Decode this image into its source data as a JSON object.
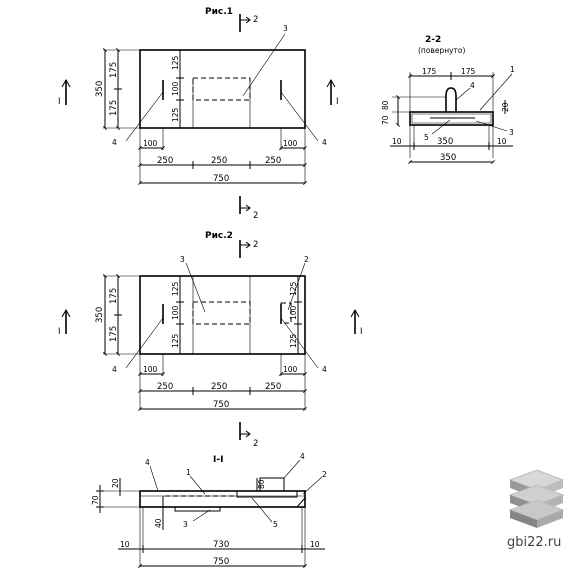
{
  "fig1": {
    "title": "Рис.1",
    "section_top": "2",
    "section_bottom": "2",
    "section_left": "I",
    "section_right": "I",
    "dims_vert": {
      "total": "350",
      "upper": "175",
      "lower": "175",
      "inner_top": "125",
      "inner_mid": "100",
      "inner_bot": "125"
    },
    "dims_horiz": {
      "left_in": "100",
      "right_in": "100",
      "a": "250",
      "b": "250",
      "c": "250",
      "total": "750"
    },
    "callouts": {
      "c3": "3",
      "c4l": "4",
      "c4r": "4"
    }
  },
  "fig2": {
    "title": "Рис.2",
    "section_top": "2",
    "section_bottom": "2",
    "section_left": "I",
    "section_right": "I",
    "dims_vert": {
      "total": "350",
      "upper": "175",
      "lower": "175",
      "inner_top": "125",
      "inner_mid": "100",
      "inner_bot": "125",
      "r_top": "125",
      "r_mid": "100",
      "r_bot": "125"
    },
    "dims_horiz": {
      "left_in": "100",
      "right_in": "100",
      "a": "250",
      "b": "250",
      "c": "250",
      "total": "750"
    },
    "callouts": {
      "c3": "3",
      "c2": "2",
      "c4l": "4",
      "c4r": "4"
    }
  },
  "sec22": {
    "title": "2-2",
    "subtitle": "(повернуто)",
    "dims": {
      "l175": "175",
      "r175": "175",
      "h70": "70",
      "h80": "80",
      "h20": "20",
      "w350in": "350",
      "w350": "350",
      "e10l": "10",
      "e10r": "10"
    },
    "callouts": {
      "c1": "1",
      "c4": "4",
      "c5": "5",
      "c3": "3"
    }
  },
  "sec11": {
    "title": "I-I",
    "dims": {
      "h70": "70",
      "h20": "20",
      "h40": "40",
      "h80": "80",
      "e10l": "10",
      "e10r": "10",
      "w730": "730",
      "w750": "750"
    },
    "callouts": {
      "c4l": "4",
      "c1": "1",
      "c4r": "4",
      "c2": "2",
      "c3": "3",
      "c5": "5"
    }
  },
  "watermark": "gbi22.ru"
}
